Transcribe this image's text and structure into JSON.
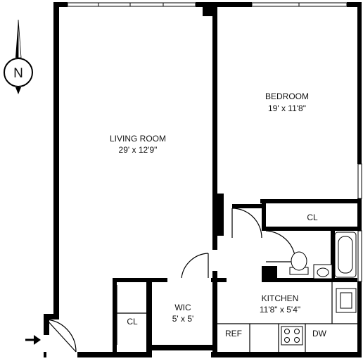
{
  "compass": {
    "letter": "N"
  },
  "rooms": {
    "living_room": {
      "name": "LIVING ROOM",
      "dims": "29' x 12'9\""
    },
    "bedroom": {
      "name": "BEDROOM",
      "dims": "19' x 11'8\""
    },
    "kitchen": {
      "name": "KITCHEN",
      "dims": "11'8\" x 5'4\""
    },
    "wic": {
      "name": "WIC",
      "dims": "5' x 5'"
    },
    "closet_bedroom": {
      "name": "CL"
    },
    "closet_hall": {
      "name": "CL"
    }
  },
  "appliances": {
    "refrigerator": "REF",
    "dishwasher": "DW"
  }
}
